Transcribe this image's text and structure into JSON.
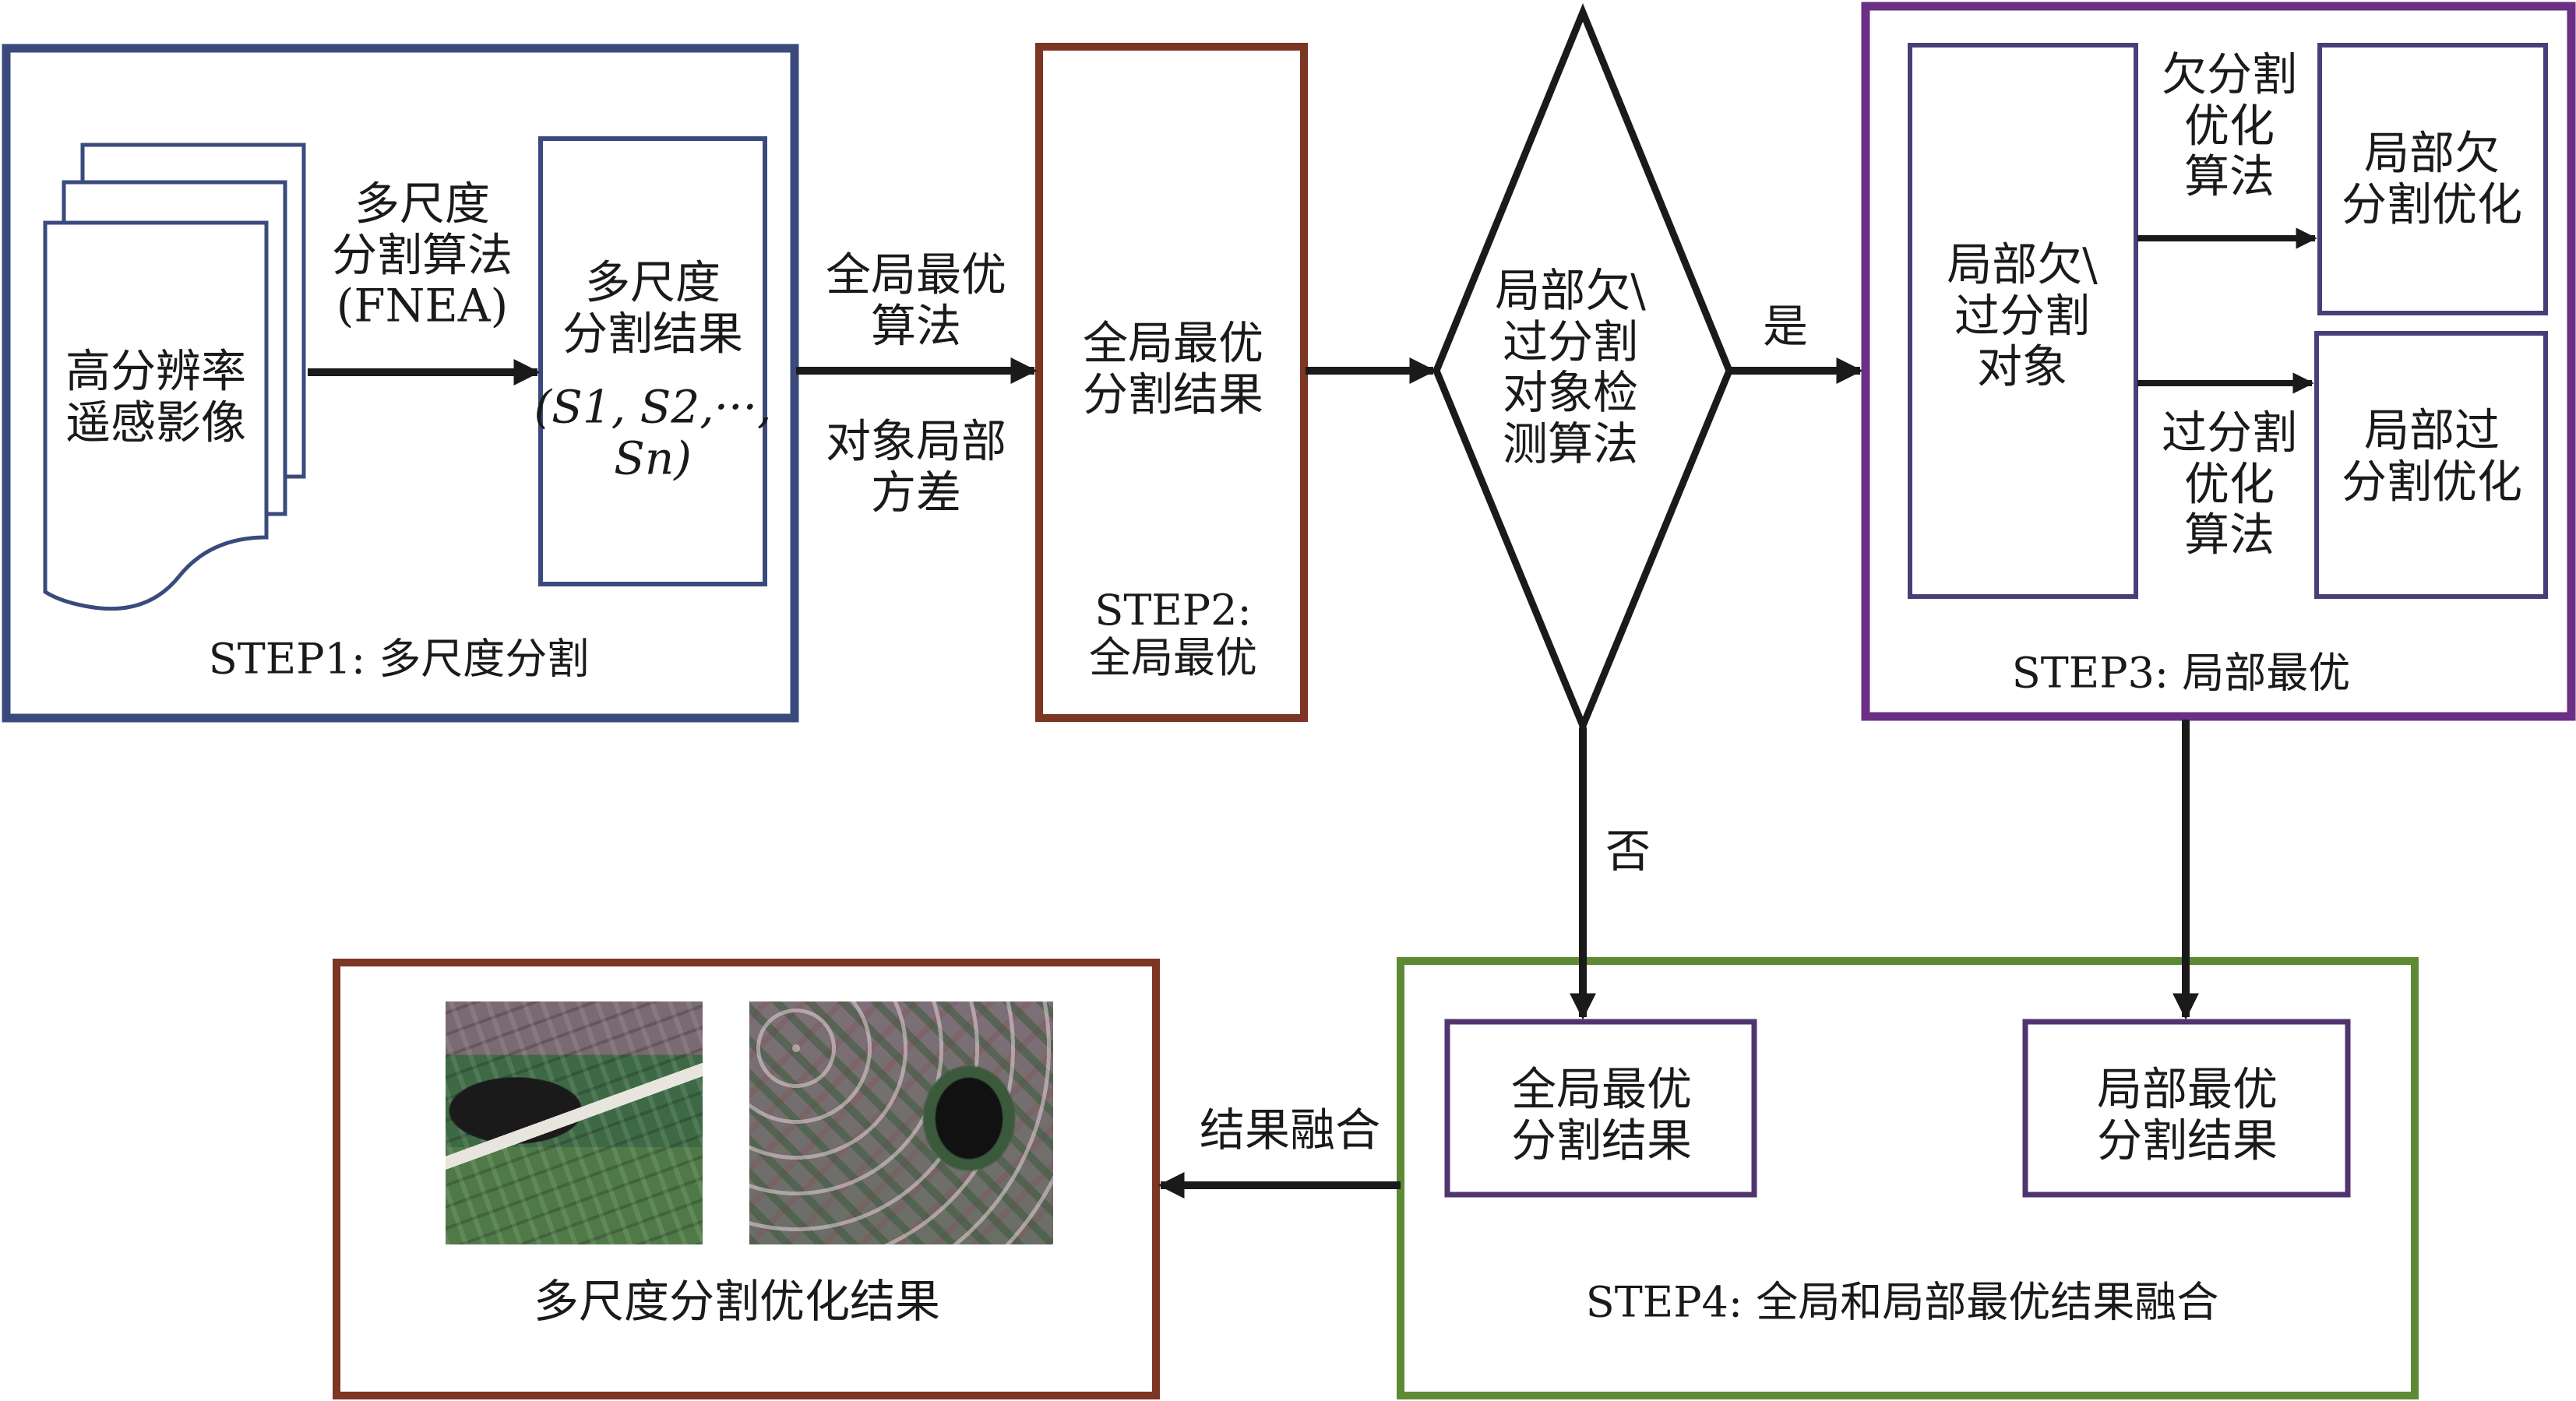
{
  "colors": {
    "step1": "#3a4a7c",
    "step2": "#7d3524",
    "step3": "#6b2f86",
    "step4": "#5e8a35",
    "result": "#7d3524",
    "inner": "#3a4a7c",
    "inner3": "#4a3e78",
    "inner4": "#50346e",
    "arrow": "#1a1a1a"
  },
  "step1": {
    "doc": "高分辨率\n遥感影像",
    "method": "多尺度\n分割算法\n(FNEA)",
    "result_title": "多尺度\n分割结果",
    "result_sets": "(S1, S2,···,\nSn)",
    "label": "STEP1: 多尺度分割"
  },
  "step2": {
    "method_top": "全局最优\n算法",
    "method_bottom": "对象局部\n方差",
    "result": "全局最优\n分割结果",
    "label": "STEP2:\n全局最优"
  },
  "decision": {
    "text": "局部欠\\\n过分割\n对象检\n测算法",
    "yes": "是",
    "no": "否"
  },
  "step3": {
    "objects": "局部欠\\\n过分割\n对象",
    "under_algo": "欠分割\n优化\n算法",
    "under_result": "局部欠\n分割优化",
    "over_algo": "过分割\n优化\n算法",
    "over_result": "局部过\n分割优化",
    "label": "STEP3: 局部最优"
  },
  "step4": {
    "global": "全局最优\n分割结果",
    "local": "局部最优\n分割结果",
    "label": "STEP4: 全局和局部最优结果融合"
  },
  "fusion": {
    "arrow_label": "结果融合",
    "label": "多尺度分割优化结果"
  }
}
